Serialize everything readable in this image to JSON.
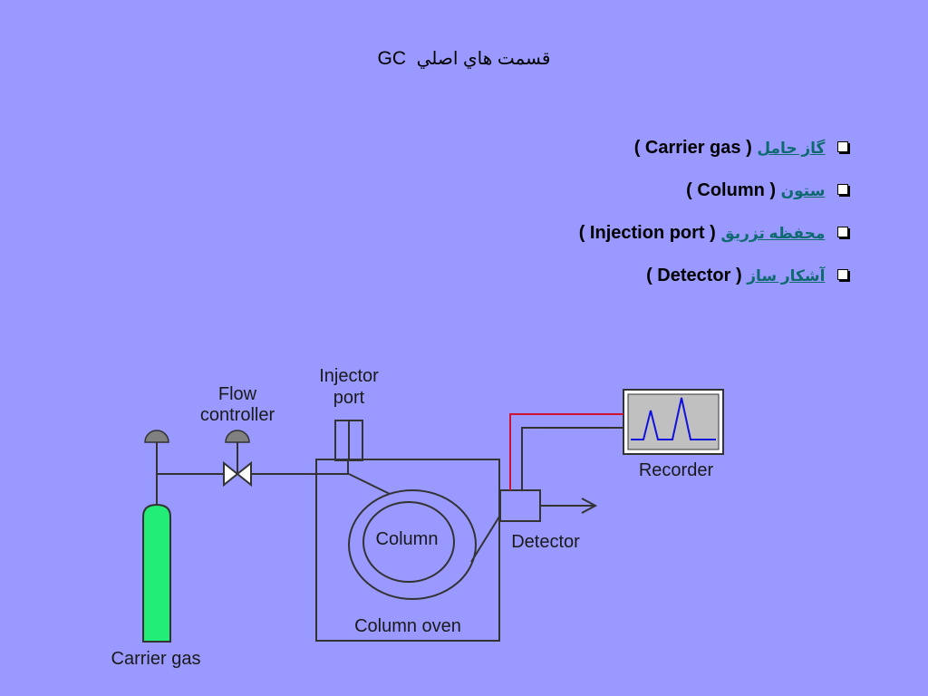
{
  "title": {
    "persian": "قسمت هاي اصلي",
    "latin": "GC"
  },
  "bullets": [
    {
      "persian": "گاز حامل",
      "english": "( Carrier gas )"
    },
    {
      "persian": "ستون",
      "english": "( Column )"
    },
    {
      "persian": "محفظه تزريق",
      "english": "( Injection port )"
    },
    {
      "persian": "آشكار ساز",
      "english": "( Detector )"
    }
  ],
  "diagram": {
    "labels": {
      "flow_controller_1": "Flow",
      "flow_controller_2": "controller",
      "injector_1": "Injector",
      "injector_2": "port",
      "recorder": "Recorder",
      "column": "Column",
      "detector": "Detector",
      "column_oven": "Column oven",
      "carrier_gas": "Carrier gas"
    },
    "colors": {
      "cylinder": "#22ee77",
      "signal_wire": "#cc1133",
      "trace": "#1111dd",
      "screen": "#c0c0c0"
    }
  }
}
